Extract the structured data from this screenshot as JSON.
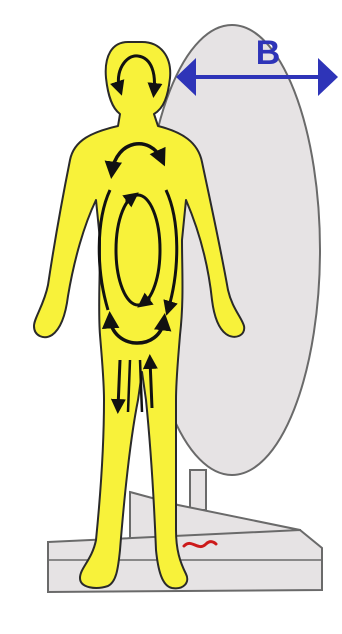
{
  "diagram": {
    "field_label": "B",
    "colors": {
      "background": "#ffffff",
      "body_fill": "#f8f23a",
      "body_outline": "#2a2a2a",
      "coil_fill": "#e6e3e4",
      "coil_outline": "#6a6a6a",
      "field_arrow": "#2e34b8",
      "current_arrows": "#111111",
      "stand_line": "#cc1a1a"
    },
    "icons": {
      "field_arrow": "double-headed-arrow",
      "induced_current": "circulating-current-arrows",
      "stand_mark": "tilde-line"
    }
  }
}
